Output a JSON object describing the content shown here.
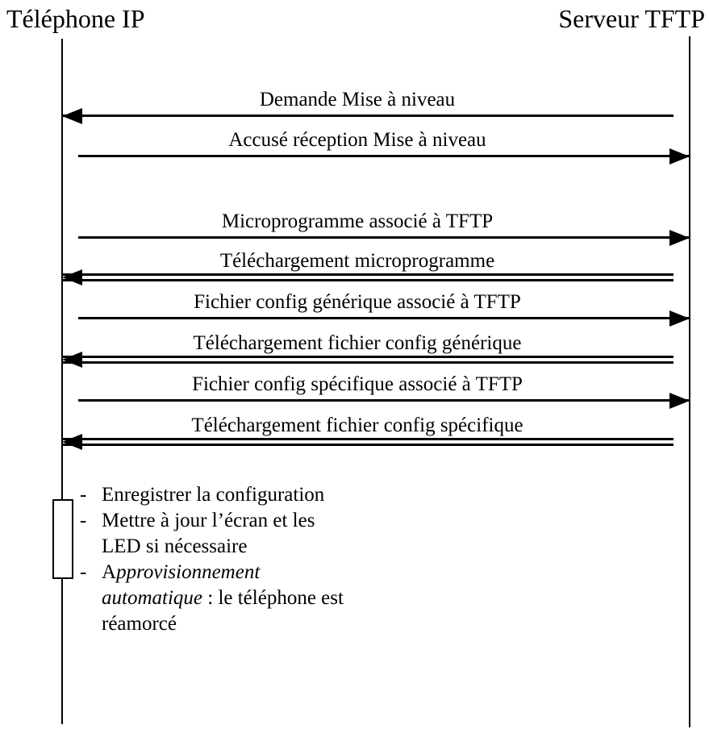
{
  "diagram": {
    "type": "sequence",
    "actors": {
      "left": "Téléphone IP",
      "right": "Serveur TFTP"
    },
    "messages": [
      {
        "label": "Demande Mise à niveau",
        "direction": "left",
        "line": "single"
      },
      {
        "label": "Accusé réception Mise à niveau",
        "direction": "right",
        "line": "single"
      },
      {
        "label": "Microprogramme associé à TFTP",
        "direction": "right",
        "line": "single"
      },
      {
        "label": "Téléchargement microprogramme",
        "direction": "left",
        "line": "double"
      },
      {
        "label": "Fichier config générique associé à TFTP",
        "direction": "right",
        "line": "single"
      },
      {
        "label": "Téléchargement fichier config générique",
        "direction": "left",
        "line": "double"
      },
      {
        "label": "Fichier config spécifique associé à TFTP",
        "direction": "right",
        "line": "single"
      },
      {
        "label": "Téléchargement fichier config spécifique",
        "direction": "left",
        "line": "double"
      }
    ],
    "note": {
      "marker": "-",
      "item1_line1": "Enregistrer la configuration",
      "item2_line1": "Mettre à jour l’écran et les",
      "item2_line2": "LED si nécessaire",
      "item3_lead": "A",
      "item3_italic1": "pprovisionnement",
      "item3_italic2": "automatique",
      "item3_rest": " : le téléphone est",
      "item3_line3": "réamorcé"
    },
    "colors": {
      "ink": "#000000",
      "background": "#ffffff"
    }
  }
}
